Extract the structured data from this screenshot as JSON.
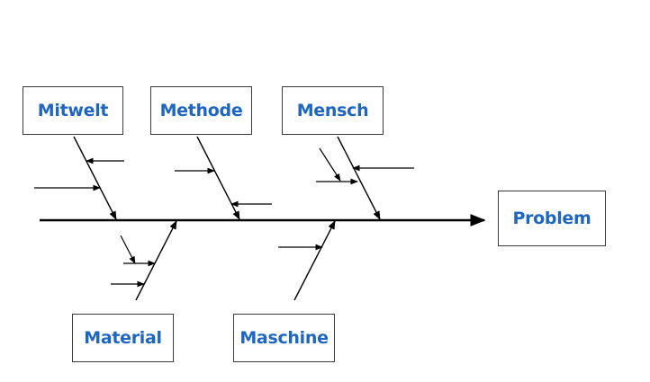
{
  "diagram": {
    "type": "ishikawa",
    "effect": {
      "label": "Problem"
    },
    "causes": [
      {
        "id": "mitwelt",
        "label": "Mitwelt",
        "side": "top"
      },
      {
        "id": "methode",
        "label": "Methode",
        "side": "top"
      },
      {
        "id": "mensch",
        "label": "Mensch",
        "side": "top"
      },
      {
        "id": "material",
        "label": "Material",
        "side": "bottom"
      },
      {
        "id": "maschine",
        "label": "Maschine",
        "side": "bottom"
      }
    ],
    "colors": {
      "label": "#1f66c0",
      "line": "#000000",
      "border": "#3a3a3a"
    }
  }
}
